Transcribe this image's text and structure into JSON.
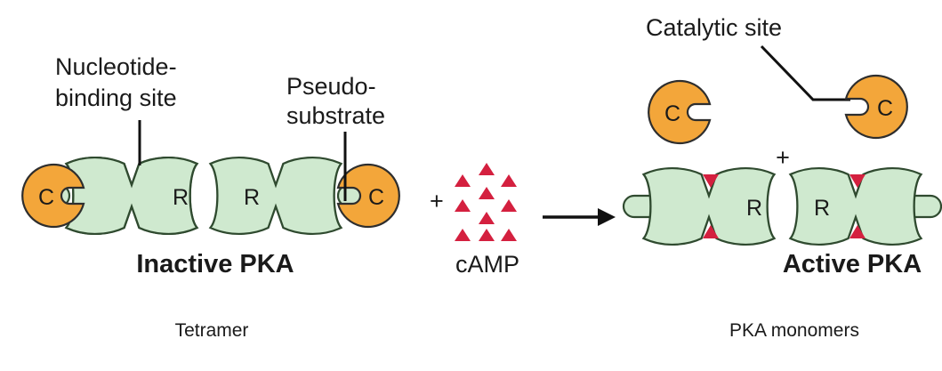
{
  "labels": {
    "nucleotide_line1": "Nucleotide-",
    "nucleotide_line2": "binding site",
    "pseudo_line1": "Pseudo-",
    "pseudo_line2": "substrate",
    "catalytic": "Catalytic site",
    "camp": "cAMP",
    "plus": "+",
    "inactive": "Inactive PKA",
    "active": "Active PKA",
    "tetramer": "Tetramer",
    "monomers": "PKA monomers"
  },
  "subunits": {
    "catalytic": "C",
    "regulatory": "R"
  },
  "colors": {
    "catalytic_fill": "#f3a63a",
    "regulatory_fill": "#cfe9cf",
    "camp": "#d4203f"
  }
}
